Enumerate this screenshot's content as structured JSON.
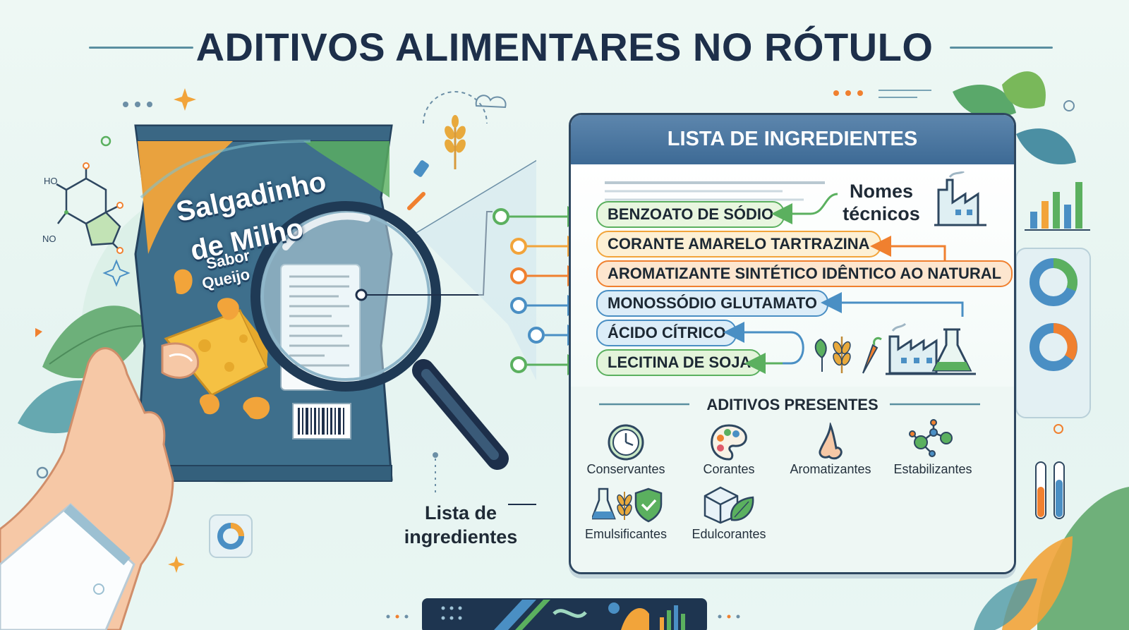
{
  "title": "ADITIVOS ALIMENTARES NO RÓTULO",
  "bag": {
    "name_line1": "Salgadinho",
    "name_line2": "de Milho",
    "flavor_line1": "Sabor",
    "flavor_line2": "Queijo"
  },
  "callout_label_line1": "Lista de",
  "callout_label_line2": "ingredientes",
  "panel": {
    "header": "LISTA DE INGREDIENTES",
    "ingredients": [
      {
        "name": "BENZOATO DE SÓDIO",
        "color": "#5bb05f",
        "fill": "#e8f6df"
      },
      {
        "name": "CORANTE AMARELO TARTRAZINA",
        "color": "#f2a43a",
        "fill": "#fdf0d4"
      },
      {
        "name": "AROMATIZANTE SINTÉTICO IDÊNTICO AO NATURAL",
        "color": "#f0802f",
        "fill": "#fde6cf"
      },
      {
        "name": "MONOSSÓDIO GLUTAMATO",
        "color": "#4a8fc4",
        "fill": "#dcedf8"
      },
      {
        "name": "ÁCIDO CÍTRICO",
        "color": "#4a8fc4",
        "fill": "#dcedf8"
      },
      {
        "name": "LECITINA DE SOJA",
        "color": "#5bb05f",
        "fill": "#e3f4da"
      }
    ],
    "nomes_line1": "Nomes",
    "nomes_line2": "técnicos",
    "additives_title": "ADITIVOS PRESENTES",
    "categories": [
      {
        "label": "Conservantes",
        "icon": "clock-icon"
      },
      {
        "label": "Corantes",
        "icon": "palette-icon"
      },
      {
        "label": "Aromatizantes",
        "icon": "nose-icon"
      },
      {
        "label": "Estabilizantes",
        "icon": "molecule-icon"
      },
      {
        "label": "Emulsificantes",
        "icon": "flask-shield-icon"
      },
      {
        "label": "Edulcorantes",
        "icon": "sugar-cube-icon"
      }
    ]
  },
  "molecule_labels": {
    "ho": "HO",
    "no": "NO"
  }
}
